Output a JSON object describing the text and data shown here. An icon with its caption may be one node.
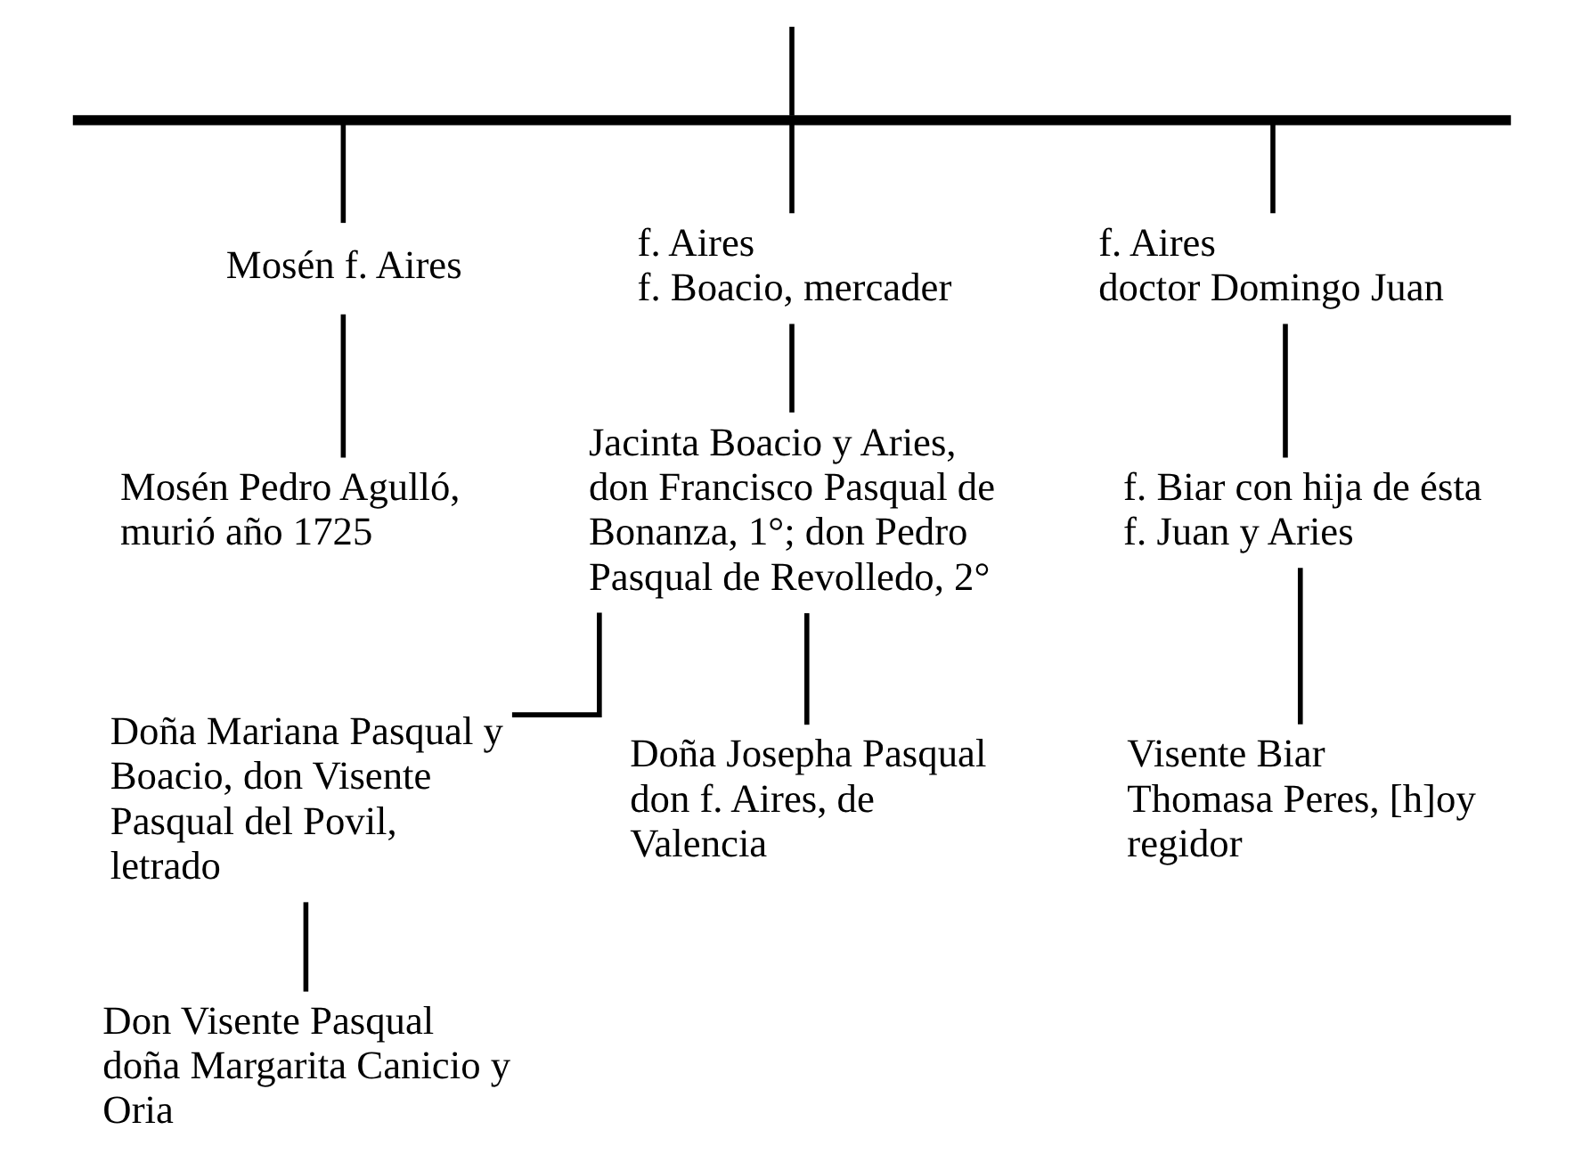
{
  "diagram": {
    "nodes": [
      {
        "text": [],
        "shape": "bar"
      },
      {
        "text": [
          "Mosén f. Aires"
        ]
      },
      {
        "text": [
          "f. Aires",
          "f. Boacio, mercader"
        ]
      },
      {
        "text": [
          "f. Aires",
          "doctor Domingo Juan"
        ]
      },
      {
        "text": [
          "Mosén Pedro Agulló, murió año 1725"
        ]
      },
      {
        "text": [
          "Jacinta Boacio y Aries, don Francisco Pasqual de Bonanza, 1°; don Pedro Pasqual de Revolledo, 2°"
        ]
      },
      {
        "text": [
          "f. Biar con hija de ésta",
          "f. Juan y Aries"
        ]
      },
      {
        "text": [
          "Doña Mariana Pasqual y Boacio, don Visente Pasqual del Povil, letrado"
        ]
      },
      {
        "text": [
          "Doña Josepha Pasqual",
          "don f. Aires, de Valencia"
        ]
      },
      {
        "text": [
          "Visente Biar",
          "Thomasa Peres, [h]oy regidor"
        ]
      },
      {
        "text": [
          "Don Visente Pasqual",
          "doña Margarita Canicio y Oria"
        ]
      }
    ],
    "edges": [
      {
        "from": null,
        "to": 0,
        "arrow": "none"
      },
      {
        "from": 0,
        "to": 1,
        "arrow": "none"
      },
      {
        "from": 0,
        "to": 2,
        "arrow": "none"
      },
      {
        "from": 0,
        "to": 3,
        "arrow": "none"
      },
      {
        "from": 1,
        "to": 4,
        "arrow": "none"
      },
      {
        "from": 2,
        "to": 5,
        "arrow": "none"
      },
      {
        "from": 3,
        "to": 6,
        "arrow": "none"
      },
      {
        "from": 5,
        "to": 7,
        "arrow": "none"
      },
      {
        "from": 5,
        "to": 8,
        "arrow": "none"
      },
      {
        "from": 6,
        "to": 9,
        "arrow": "none"
      },
      {
        "from": 7,
        "to": 10,
        "arrow": "none"
      }
    ]
  }
}
